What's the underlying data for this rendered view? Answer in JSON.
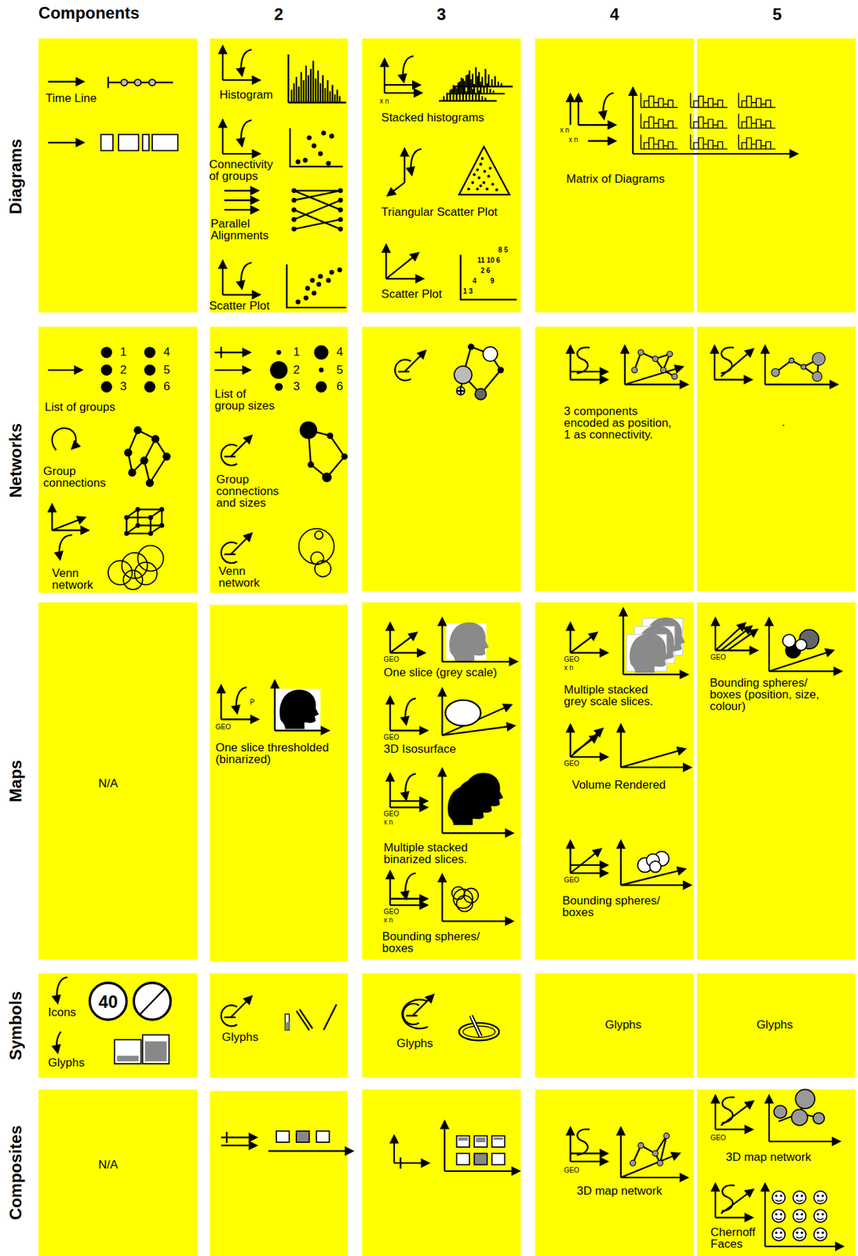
{
  "diagram": {
    "nodes": [
      {
        "text": [
          "Time Line"
        ]
      },
      {
        "text": [
          "Histogram",
          "Connectivity of groups",
          "Parallel Alignments",
          "Scatter Plot"
        ]
      },
      {
        "text": [
          "Stacked histograms",
          "Triangular Scatter Plot",
          "Scatter Plot"
        ]
      },
      {
        "text": [
          "Matrix of Diagrams"
        ]
      },
      {
        "text": [
          "List of groups",
          "Group connections",
          "Venn network"
        ]
      },
      {
        "text": [
          "List of group sizes",
          "Group connections and sizes",
          "Venn network"
        ]
      },
      {
        "text": [
          "3 components encoded as position, 1 as connectivity."
        ]
      },
      {
        "text": [
          "."
        ]
      },
      {
        "text": [
          "N/A"
        ]
      },
      {
        "text": [
          "One slice thresholded (binarized)"
        ]
      },
      {
        "text": [
          "One slice (grey scale)",
          "3D Isosurface",
          "Multiple stacked binarized slices.",
          "Bounding spheres/ boxes"
        ]
      },
      {
        "text": [
          "Multiple stacked grey scale slices.",
          "Volume Rendered",
          "Bounding spheres/ boxes"
        ]
      },
      {
        "text": [
          "Bounding spheres/ boxes (position, size, colour)"
        ]
      },
      {
        "text": [
          "Icons",
          "Glyphs"
        ]
      },
      {
        "text": [
          "Glyphs"
        ]
      },
      {
        "text": [
          "Glyphs"
        ]
      },
      {
        "text": [
          "Glyphs"
        ]
      },
      {
        "text": [
          "Glyphs"
        ]
      },
      {
        "text": [
          "N/A"
        ]
      },
      {
        "text": [
          "3D map network"
        ]
      },
      {
        "text": [
          "3D map network",
          "Chernoff Faces"
        ]
      }
    ],
    "labels": [
      "Components",
      "2",
      "3",
      "4",
      "5",
      "Diagrams",
      "Networks",
      "Maps",
      "Symbols",
      "Composites",
      "x n",
      "8 5",
      "11 10 6",
      "2 6",
      "4",
      "9",
      "1 3",
      "x n",
      "x n",
      "1",
      "2",
      "3",
      "4",
      "5",
      "6",
      "1",
      "2",
      "3",
      "4",
      "5",
      "6",
      "P",
      "GEO",
      "GEO",
      "GEO",
      "GEO",
      "x n",
      "GEO",
      "x n",
      "GEO",
      "x n",
      "GEO",
      "GEO",
      "GEO",
      "40",
      "GEO",
      "GEO"
    ]
  }
}
